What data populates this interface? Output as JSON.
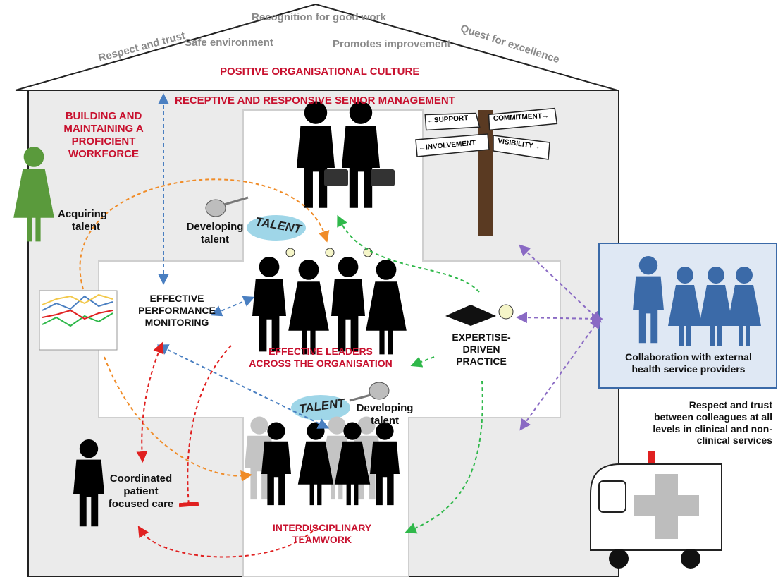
{
  "roof": {
    "recognition": "Recognition for good work",
    "respect_trust": "Respect and trust",
    "safe_environment": "Safe environment",
    "promotes_improvement": "Promotes improvement",
    "quest_excellence": "Quest for excellence",
    "culture": "POSITIVE ORGANISATIONAL CULTURE"
  },
  "senior_management": "RECEPTIVE AND RESPONSIVE SENIOR MANAGEMENT",
  "workforce": [
    "BUILDING AND",
    "MAINTAINING A",
    "PROFICIENT",
    "WORKFORCE"
  ],
  "acquiring_talent": [
    "Acquiring",
    "talent"
  ],
  "developing_talent_top": [
    "Developing",
    "talent"
  ],
  "developing_talent_bottom": [
    "Developing",
    "talent"
  ],
  "talent_word": "TALENT",
  "performance": [
    "EFFECTIVE",
    "PERFORMANCE",
    "MONITORING"
  ],
  "leaders": [
    "EFFECTIVE LEADERS",
    "ACROSS THE ORGANISATION"
  ],
  "expertise": [
    "EXPERTISE-",
    "DRIVEN",
    "PRACTICE"
  ],
  "teamwork": [
    "INTERDISCIPLINARY",
    "TEAMWORK"
  ],
  "coordinated_care": [
    "Coordinated",
    "patient",
    "focused care"
  ],
  "signpost": {
    "support": "←SUPPORT",
    "commitment": "COMMITMENT→",
    "involvement": "←INVOLVEMENT",
    "visibility": "VISIBILITY→"
  },
  "collaboration": [
    "Collaboration  with external",
    "health service providers"
  ],
  "respect_colleagues": [
    "Respect and trust",
    "between colleagues at all",
    "levels in clinical and non-",
    "clinical services"
  ],
  "colors": {
    "red_text": "#c8102e",
    "house_fill": "#ebebeb",
    "cross_fill": "#ffffff",
    "blue_arrow": "#4a7fc1",
    "orange_arrow": "#f08c28",
    "green_arrow": "#2fb84a",
    "red_arrow": "#e02020",
    "purple_arrow": "#8a6ac4",
    "collab_box": "#dfe8f4",
    "collab_figures": "#3b6aa8",
    "nurse_green": "#5a9a3c"
  }
}
